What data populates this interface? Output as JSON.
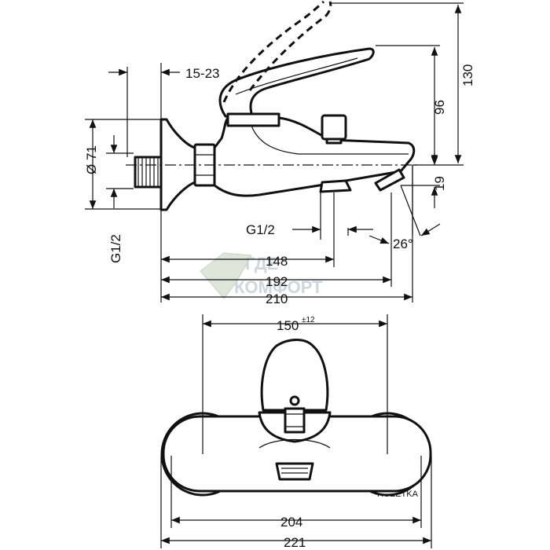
{
  "side_view": {
    "dimensions": {
      "height_total": "130",
      "height_spout": "96",
      "spout_offset": "19",
      "offset_range": "15-23",
      "flange_diameter": "Ø 71",
      "inlet_thread": "G1/2",
      "outlet_thread": "G1/2",
      "angle": "26°",
      "length_148": "148",
      "length_192": "192",
      "length_210": "210"
    }
  },
  "front_view": {
    "dimensions": {
      "center_distance": "150",
      "center_tolerance": "±12",
      "width_204": "204",
      "width_221": "221"
    }
  },
  "watermark": {
    "line1": "ГДЕ",
    "line2": "КОМФОРТ",
    "corner": "ROZETKA"
  }
}
